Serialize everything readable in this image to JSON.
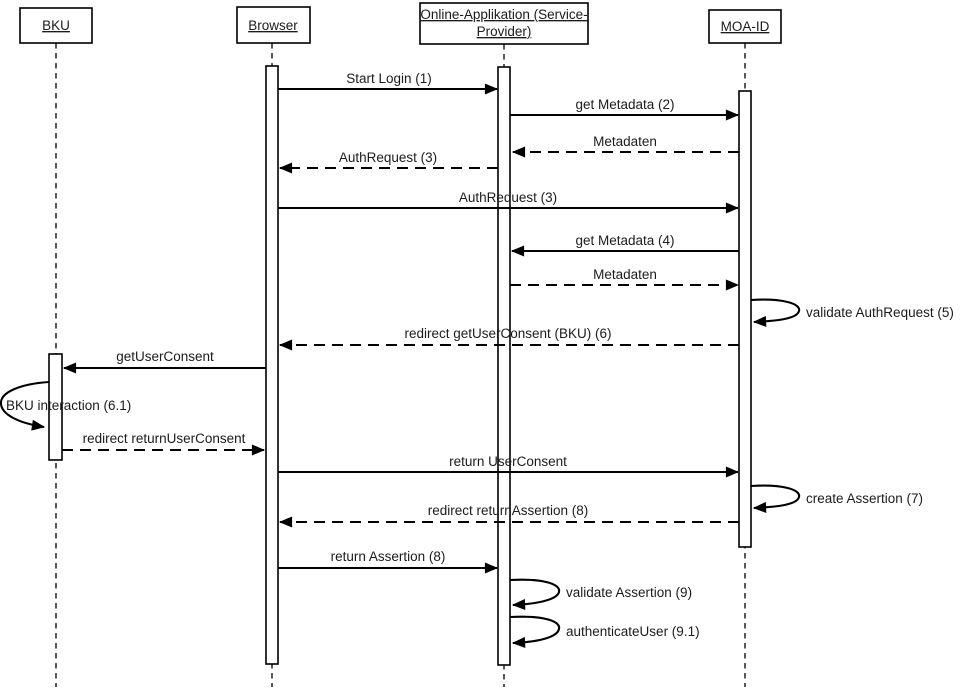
{
  "diagram_type": "uml-sequence-diagram",
  "colors": {
    "background": "#ffffff",
    "line": "#000000",
    "text": "#1c1c1c"
  },
  "actors": [
    {
      "id": "bku",
      "label": "BKU"
    },
    {
      "id": "browser",
      "label": "Browser"
    },
    {
      "id": "online-applikation",
      "lines": [
        "Online-Applikation (Service-",
        "Provider)"
      ],
      "label": "Online-Applikation (Service-Provider)"
    },
    {
      "id": "moa-id",
      "label": "MOA-ID"
    }
  ],
  "messages": [
    {
      "label": "Start Login (1)",
      "from": "Browser",
      "to": "Online-Applikation (Service-Provider)",
      "line": "solid"
    },
    {
      "label": "get Metadata (2)",
      "from": "Online-Applikation (Service-Provider)",
      "to": "MOA-ID",
      "line": "solid"
    },
    {
      "label": "Metadaten",
      "from": "MOA-ID",
      "to": "Online-Applikation (Service-Provider)",
      "line": "dashed"
    },
    {
      "label": "AuthRequest (3)",
      "from": "Online-Applikation (Service-Provider)",
      "to": "Browser",
      "line": "dashed"
    },
    {
      "label": "AuthRequest (3)",
      "from": "Browser",
      "to": "MOA-ID",
      "line": "solid"
    },
    {
      "label": "get Metadata (4)",
      "from": "MOA-ID",
      "to": "Online-Applikation (Service-Provider)",
      "line": "solid"
    },
    {
      "label": "Metadaten",
      "from": "Online-Applikation (Service-Provider)",
      "to": "MOA-ID",
      "line": "dashed"
    },
    {
      "label": "validate AuthRequest (5)",
      "from": "MOA-ID",
      "to": "MOA-ID",
      "line": "self"
    },
    {
      "label": "redirect getUserConsent (BKU) (6)",
      "from": "MOA-ID",
      "to": "Browser",
      "line": "dashed"
    },
    {
      "label": "getUserConsent",
      "from": "Browser",
      "to": "BKU",
      "line": "solid"
    },
    {
      "label": "BKU interaction (6.1)",
      "from": "BKU",
      "to": "BKU",
      "line": "self"
    },
    {
      "label": "redirect returnUserConsent",
      "from": "BKU",
      "to": "Browser",
      "line": "dashed"
    },
    {
      "label": "return UserConsent",
      "from": "Browser",
      "to": "MOA-ID",
      "line": "solid"
    },
    {
      "label": "create Assertion (7)",
      "from": "MOA-ID",
      "to": "MOA-ID",
      "line": "self"
    },
    {
      "label": "redirect returnAssertion (8)",
      "from": "MOA-ID",
      "to": "Browser",
      "line": "dashed"
    },
    {
      "label": "return Assertion (8)",
      "from": "Browser",
      "to": "Online-Applikation (Service-Provider)",
      "line": "solid"
    },
    {
      "label": "validate Assertion (9)",
      "from": "Online-Applikation (Service-Provider)",
      "to": "Online-Applikation (Service-Provider)",
      "line": "self"
    },
    {
      "label": "authenticateUser (9.1)",
      "from": "Online-Applikation (Service-Provider)",
      "to": "Online-Applikation (Service-Provider)",
      "line": "self"
    }
  ]
}
